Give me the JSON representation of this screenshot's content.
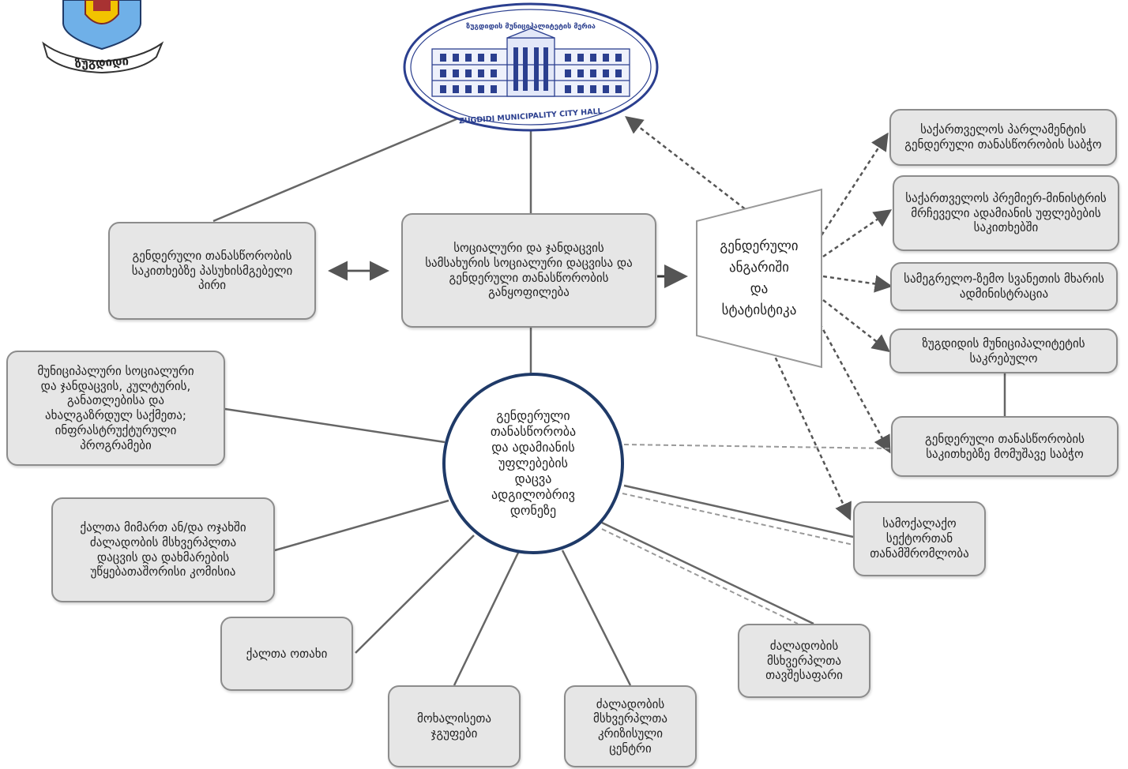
{
  "emblem": {
    "banner_text": "ზუგდიდი"
  },
  "city_hall": {
    "top_text": "ზუგდიდის მუნიციპალიტეტის მერია",
    "bottom_text": "ZUGDIDI MUNICIPALITY CITY HALL"
  },
  "nodes": {
    "gender_equality_responsible": "გენდერული თანასწორობის\nსაკითხებზე პასუხისმგებელი\nპირი",
    "social_department": "სოციალური და ჯანდაცვის\nსამსახურის სოციალური დაცვისა და\nგენდერული თანასწორობის\nგანყოფილება",
    "report": "გენდერული\nანგარიში\nდა\nსტატისტიკა",
    "parliament_council": "საქართველოს პარლამენტის\nგენდერული თანასწორობის საბჭო",
    "pm_advisor": "საქართველოს პრემიერ-მინისტრის\nმრჩეველი ადამიანის უფლებების\nსაკითხებში",
    "samegrelo_admin": "სამეგრელო-ზემო სვანეთის მხარის\nადმინისტრაცია",
    "city_council": "ზუგდიდის მუნიციპალიტეტის\nსაკრებულო",
    "gender_council": "გენდერული თანასწორობის\nსაკითხებზე მომუშავე საბჭო",
    "central": "გენდერული\nთანასწორობა\nდა ადამიანის\nუფლებების\nდაცვა\nადგილობრივ\nდონეზე",
    "municipal_programs": "მუნიციპალური სოციალური\nდა ჯანდაცვის, კულტურის,\nგანათლებისა და\nახალგაზრდულ საქმეთა;\nინფრასტრუქტურული\nპროგრამები",
    "violence_commission": "ქალთა მიმართ ან/და ოჯახში\nძალადობის მსხვერპლთა\nდაცვის და დახმარების\nუწყებათაშორისი კომისია",
    "women_room": "ქალთა ოთახი",
    "volunteer_groups": "მოხალისეთა\nჯგუფები",
    "crisis_center": "ძალადობის\nმსხვერპლთა\nკრიზისული\nცენტრი",
    "shelter": "ძალადობის\nმსხვერპლთა\nთავშესაფარი",
    "civil_sector": "სამოქალაქო\nსექტორთან\nთანამშრომლობა"
  }
}
